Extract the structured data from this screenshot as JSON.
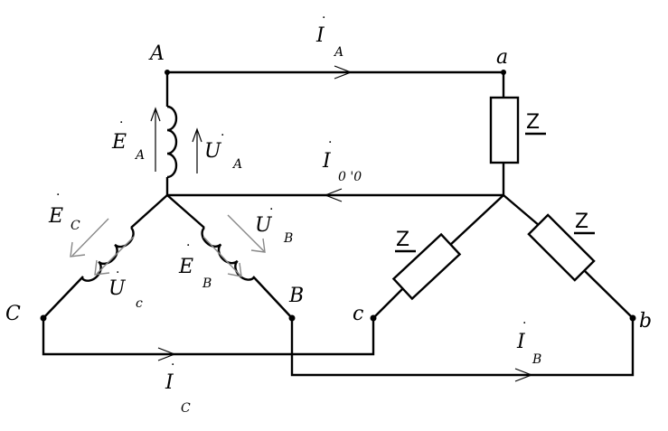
{
  "nodes": {
    "A": "A",
    "B": "B",
    "C": "C",
    "a": "a",
    "b": "b",
    "c": "c"
  },
  "currents": {
    "IA": {
      "main": "I",
      "sub": "A"
    },
    "IB": {
      "main": "I",
      "sub": "B"
    },
    "IC": {
      "main": "I",
      "sub": "C"
    },
    "I00": {
      "main": "I",
      "sub": "0 '0"
    }
  },
  "emfs": {
    "EA": {
      "main": "E",
      "sub": "A"
    },
    "EB": {
      "main": "E",
      "sub": "B"
    },
    "EC": {
      "main": "E",
      "sub": "C"
    }
  },
  "voltages": {
    "UA": {
      "main": "U",
      "sub": "A"
    },
    "UB": {
      "main": "U",
      "sub": "B"
    },
    "UC": {
      "main": "U",
      "sub": "c"
    }
  },
  "loads": {
    "za": "Z",
    "zb": "Z",
    "zc": "Z"
  },
  "dot": "·"
}
